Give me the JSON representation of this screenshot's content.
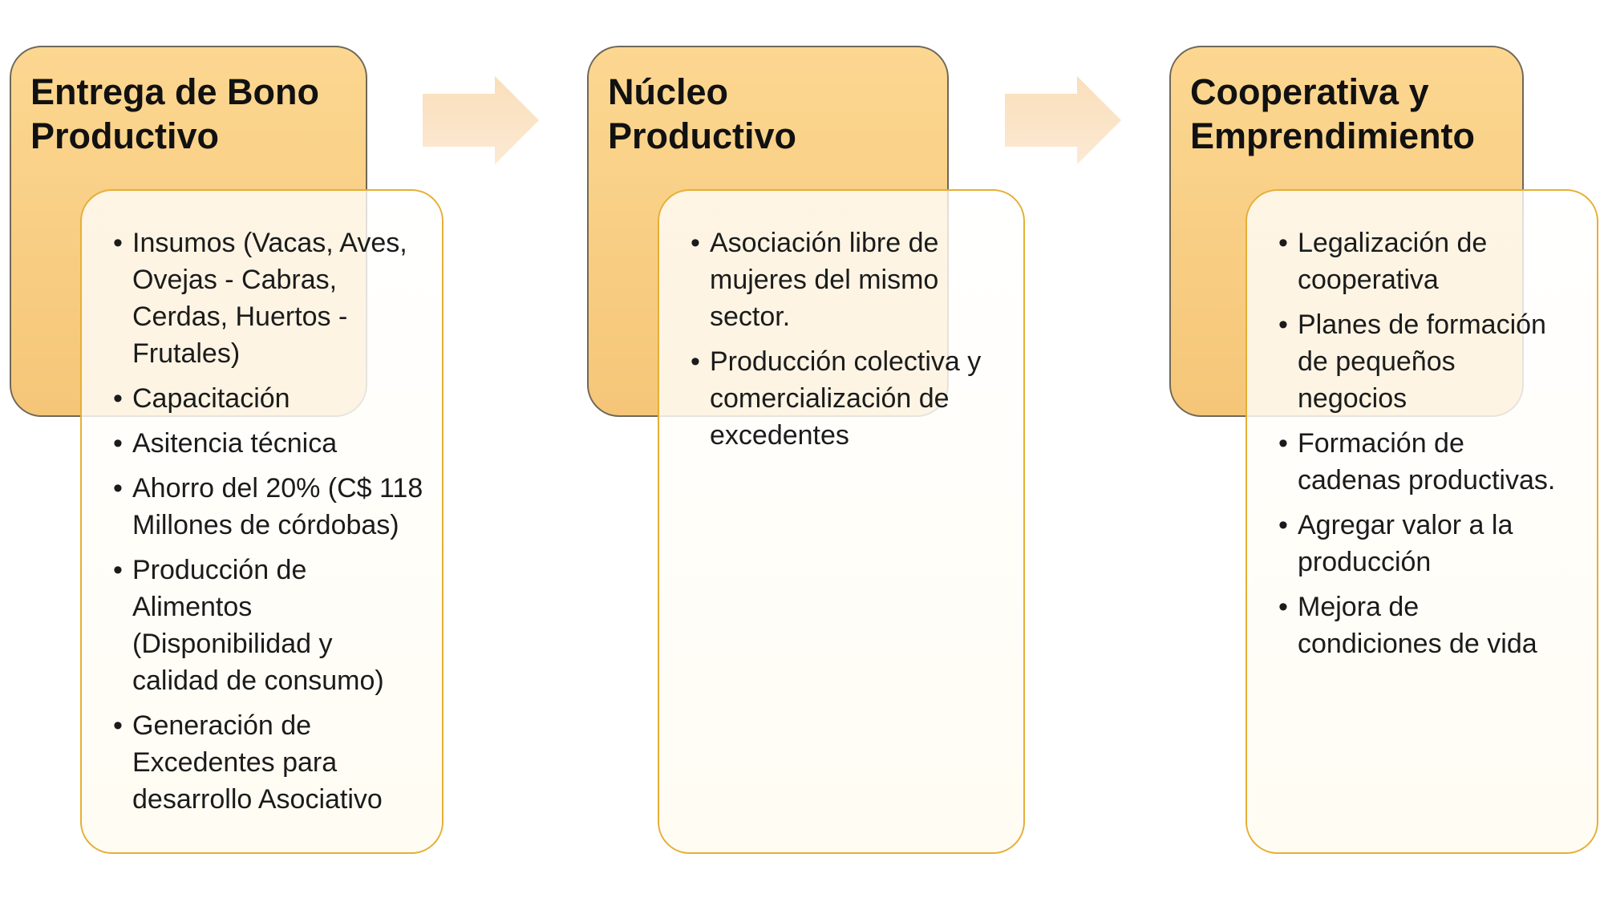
{
  "diagram": {
    "type": "process-flow",
    "columns": [
      {
        "title": "Entrega de Bono Productivo",
        "bullets": [
          "Insumos (Vacas, Aves, Ovejas - Cabras, Cerdas, Huertos - Frutales)",
          "Capacitación",
          "Asitencia técnica",
          "Ahorro del 20% (C$ 118 Millones de córdobas)",
          "Producción de Alimentos (Disponibilidad y calidad de consumo)",
          "Generación de Excedentes para desarrollo Asociativo"
        ]
      },
      {
        "title": "Núcleo Productivo",
        "bullets": [
          "Asociación libre de mujeres del mismo sector.",
          "Producción colectiva y comercialización de excedentes"
        ]
      },
      {
        "title": "Cooperativa y Emprendimiento",
        "bullets": [
          "Legalización de cooperativa",
          "Planes de formación de pequeños negocios",
          "Formación de cadenas productivas.",
          "Agregar valor a la producción",
          "Mejora de condiciones de vida"
        ]
      }
    ],
    "arrows": [
      {
        "icon": "right-arrow-icon"
      },
      {
        "icon": "right-arrow-icon"
      }
    ]
  },
  "colors": {
    "header_fill_top": "#FCD791",
    "header_fill_bottom": "#F5C678",
    "header_border": "#6F6858",
    "content_border": "#E5AF35",
    "arrow_fill_top": "#F9DEBA",
    "arrow_fill_bottom": "#FCEAD4",
    "text": "#1B1B1B",
    "title": "#111111",
    "background": "#FFFFFF"
  }
}
